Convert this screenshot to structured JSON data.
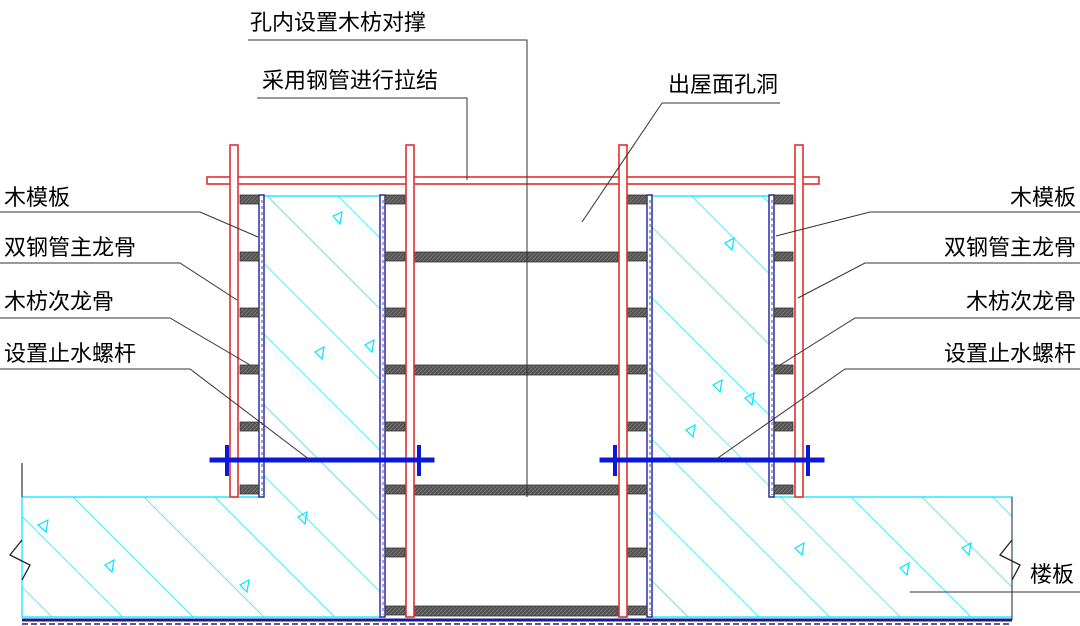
{
  "labels": {
    "top_brace": "孔内设置木枋对撑",
    "steel_tie": "采用钢管进行拉结",
    "roof_opening": "出屋面孔洞",
    "left": {
      "formwork": "木模板",
      "double_pipe": "双钢管主龙骨",
      "timber_secondary": "木枋次龙骨",
      "waterstop_bolt": "设置止水螺杆"
    },
    "right": {
      "formwork": "木模板",
      "double_pipe": "双钢管主龙骨",
      "timber_secondary": "木枋次龙骨",
      "waterstop_bolt": "设置止水螺杆"
    },
    "floor_slab": "楼板"
  },
  "colors": {
    "concrete_hatch": "#00e5ff",
    "steel_pipe": "#e03030",
    "formwork": "#2020a0",
    "bolt": "#0a18d8",
    "timber": "#555555",
    "leader": "#333333"
  }
}
